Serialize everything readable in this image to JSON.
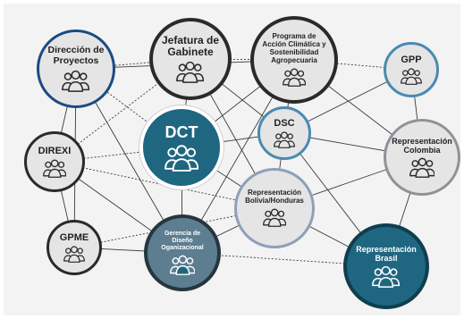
{
  "colors": {
    "background": "#f3f3f3",
    "edge": "#3a3a3a",
    "light_fill": "#e5e5e5",
    "teal": "#1f6680",
    "slate": "#5d7d90",
    "border_navy": "#1a4b82",
    "border_dark": "#2a2a2a",
    "border_blue": "#4a8ab0",
    "border_gray": "#8e9399"
  },
  "nodes": {
    "direccion": {
      "label": "Dirección de\nProyectos",
      "icon": "people-group-icon"
    },
    "jefatura": {
      "label": "Jefatura de\nGabinete",
      "icon": "people-group-icon"
    },
    "programa": {
      "label": "Programa de\nAcción Climática y\nSostenibilidad\nAgropecuaria",
      "icon": "people-group-icon"
    },
    "gpp": {
      "label": "GPP",
      "icon": "people-group-icon"
    },
    "dct": {
      "label": "DCT",
      "icon": "people-group-icon"
    },
    "dsc": {
      "label": "DSC",
      "icon": "people-group-icon"
    },
    "direxi": {
      "label": "DIREXI",
      "icon": "people-group-icon"
    },
    "colombia": {
      "label": "Representación\nColombia",
      "icon": "people-group-icon"
    },
    "bolivia": {
      "label": "Representación\nBolivia/Honduras",
      "icon": "people-group-icon"
    },
    "gpme": {
      "label": "GPME",
      "icon": "people-group-icon"
    },
    "gerencia": {
      "label": "Gerencia de\nDiseño\nOganizacional",
      "icon": "people-group-icon"
    },
    "brasil": {
      "label": "Representación\nBrasil",
      "icon": "people-group-icon"
    }
  }
}
